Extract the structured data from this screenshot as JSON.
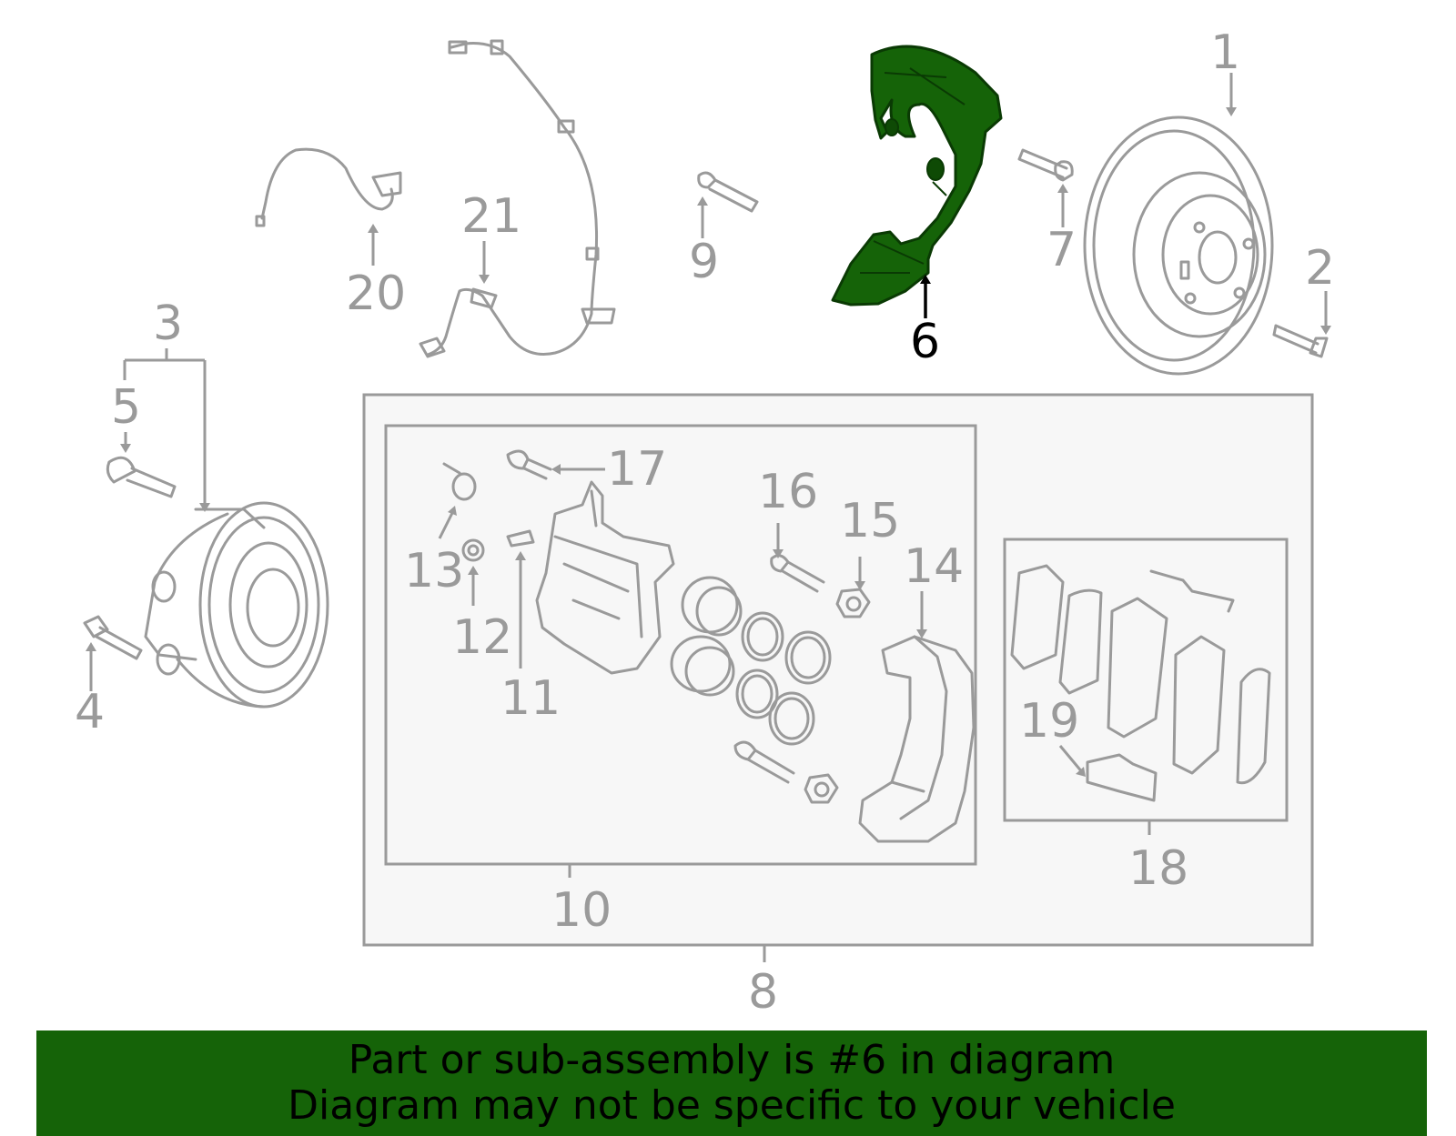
{
  "diagram": {
    "highlight_color": "#156308",
    "highlighted_part": "6",
    "labels": [
      {
        "id": "1",
        "text": "1"
      },
      {
        "id": "2",
        "text": "2"
      },
      {
        "id": "3",
        "text": "3"
      },
      {
        "id": "4",
        "text": "4"
      },
      {
        "id": "5",
        "text": "5"
      },
      {
        "id": "6",
        "text": "6"
      },
      {
        "id": "7",
        "text": "7"
      },
      {
        "id": "8",
        "text": "8"
      },
      {
        "id": "9",
        "text": "9"
      },
      {
        "id": "10",
        "text": "10"
      },
      {
        "id": "11",
        "text": "11"
      },
      {
        "id": "12",
        "text": "12"
      },
      {
        "id": "13",
        "text": "13"
      },
      {
        "id": "14",
        "text": "14"
      },
      {
        "id": "15",
        "text": "15"
      },
      {
        "id": "16",
        "text": "16"
      },
      {
        "id": "17",
        "text": "17"
      },
      {
        "id": "18",
        "text": "18"
      },
      {
        "id": "19",
        "text": "19"
      },
      {
        "id": "20",
        "text": "20"
      },
      {
        "id": "21",
        "text": "21"
      }
    ]
  },
  "banner": {
    "line1": "Part or sub-assembly is #6 in diagram",
    "line2": "Diagram may not be specific to your vehicle"
  }
}
